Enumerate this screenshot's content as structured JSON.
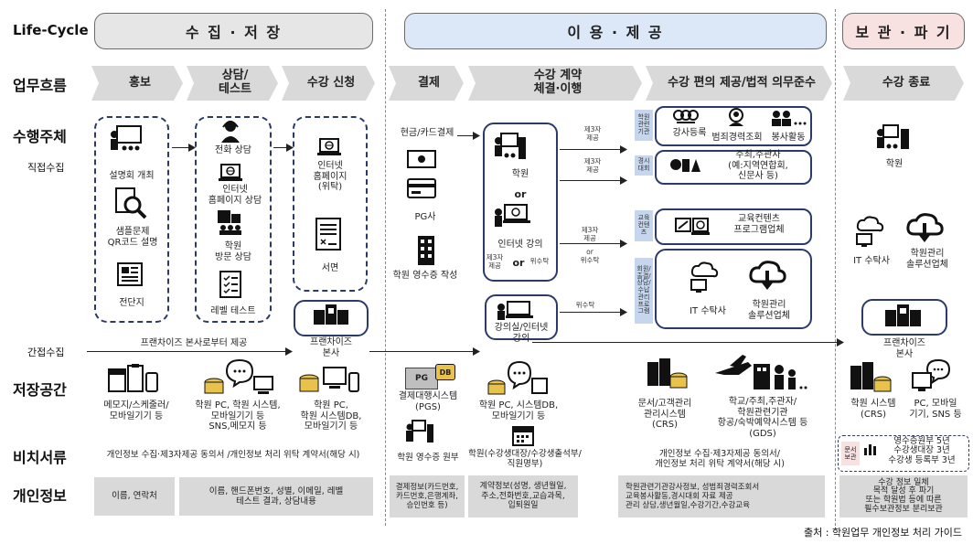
{
  "rows": {
    "lifecycle": "Life-Cycle",
    "workflow": "업무흐름",
    "actor": "수행주체",
    "direct": "직접수집",
    "indirect": "간접수집",
    "storage": "저장공간",
    "documents": "비치서류",
    "personal": "개인정보"
  },
  "phases": {
    "collect": "수 집 · 저 장",
    "use": "이 용 · 제 공",
    "keep": "보 관 · 파 기"
  },
  "colors": {
    "collect_bg": "#e6e6e6",
    "use_bg": "#dce7f7",
    "keep_bg": "#f7e1e1",
    "navy": "#2b3a6b",
    "tag_blue": "#c5d6ee",
    "gray_bar": "#d9d9d9"
  },
  "workflow": {
    "promo": "홍보",
    "consult": "상담/\n테스트",
    "apply": "수강 신청",
    "payment": "결제",
    "contract": "수강 계약\n체결·이행",
    "service": "수강 편의 제공/법적 의무준수",
    "end": "수강 종료"
  },
  "promo": {
    "seminar": "설명회 개최",
    "sample_qr": "샘플문제\nQR코드 설명",
    "leaflet": "전단지"
  },
  "consult": {
    "phone": "전화 상담",
    "web": "인터넷\n홈페이지 상담",
    "visit": "학원\n방문 상담",
    "level": "레벨 테스트"
  },
  "apply": {
    "web": "인터넷\n홈페이지\n(위탁)",
    "paper": "서면",
    "franchise": "프랜차이즈\n본사"
  },
  "indirect_text": "프랜차이즈 본사로부터 제공",
  "payment": {
    "cash_card": "현금/카드결제",
    "pg": "PG사",
    "receipt": "학원 영수증 작성"
  },
  "contract": {
    "academy": "학원",
    "or": "or",
    "online": "인터넷 강의",
    "third": "제3자\n제공",
    "consign": "위수탁",
    "classroom": "강의실/인터넷\n강의"
  },
  "arrows": {
    "third1": "제3자\n제공",
    "third2": "제3자\n제공",
    "third3": "제3자\n제공",
    "or_consign": "or\n위수탁",
    "consign": "위수탁"
  },
  "service": {
    "tag1": "학원\n관련\n기관",
    "lecturer": "강사등록",
    "crime": "범죄경력조회",
    "volunteer": "봉사활동",
    "tag2": "경시\n대회",
    "hosts": "주최,주관자\n(예:지역연합회,\n신문사 등)",
    "tag3": "교육\n컨텐\n츠",
    "content": "교육컨텐츠\n프로그램업체",
    "tag4": "회원/\n출결/\n상담/\n수납\n관리\n프로\n그램",
    "it": "IT 수탁사",
    "solution": "학원관리\n솔루션업체"
  },
  "end": {
    "academy": "학원",
    "it": "IT 수탁사",
    "solution": "학원관리\n솔루션업체",
    "franchise": "프랜차이즈\n본사"
  },
  "storage": {
    "memo": "메모지/스케줄러/\n모바일기기 등",
    "pc1": "학원 PC, 학원 시스템,\n모바일기기 등\nSNS,메모지 등",
    "pc2": "학원 PC,\n학원 시스템DB,\n모바일기기 등",
    "pg_tag": "PG",
    "db": "DB",
    "pgs": "결제대행시스템\n(PGS)",
    "pc3": "학원 PC, 시스템DB,\n모바일기기 등",
    "crs": "문서/고객관리\n관리시스템\n(CRS)",
    "gds": "학교/주최,주관자/\n학원관련기관\n항공/숙박예약시스템 등\n(GDS)",
    "crs2": "학원 시스템\n(CRS)",
    "pc4": "PC, 모바일\n기기, SNS 등"
  },
  "documents": {
    "d1": "개인정보 수집·제3자제공 동의서 /개인정보 처리 위탁 계약서(해당 시)",
    "d2": "학원 영수증 원부",
    "d3": "학원(수강생대장/수강생출석부/\n직원명부)",
    "d4": "개인정보 수집·제3자제공 동의서/\n개인정보 처리 위탁 계약서(해당 시)",
    "keep_tag": "문서\n보관",
    "keep_text": "영수증원부 5년\n수강생대장 3년\n수강생 등록부 3년"
  },
  "personal": {
    "p1": "이름, 연락처",
    "p2": "이름, 핸드폰번호, 성별, 이메일, 레벨\n테스트 결과, 상담내용",
    "p3": "결제정보(카드번호,\n카드번호,은행계좌,\n승인번호 등)",
    "p4": "계약정보(성명, 생년월일,\n주소,전화번호,교습과목,\n입퇴원일",
    "p5": "학원관련기관강사정보, 성범죄경력조회서\n교육봉사활동,경시대회 자료 제공\n관리 상담,생년월일,수강기간,수강교육",
    "p6": "수강 정보 일체\n목적 달성 후 파기\n또는 학원법 등에 따른\n필수보관정보 분리보관"
  },
  "source": "출처 : 학원업무 개인정보 처리 가이드"
}
